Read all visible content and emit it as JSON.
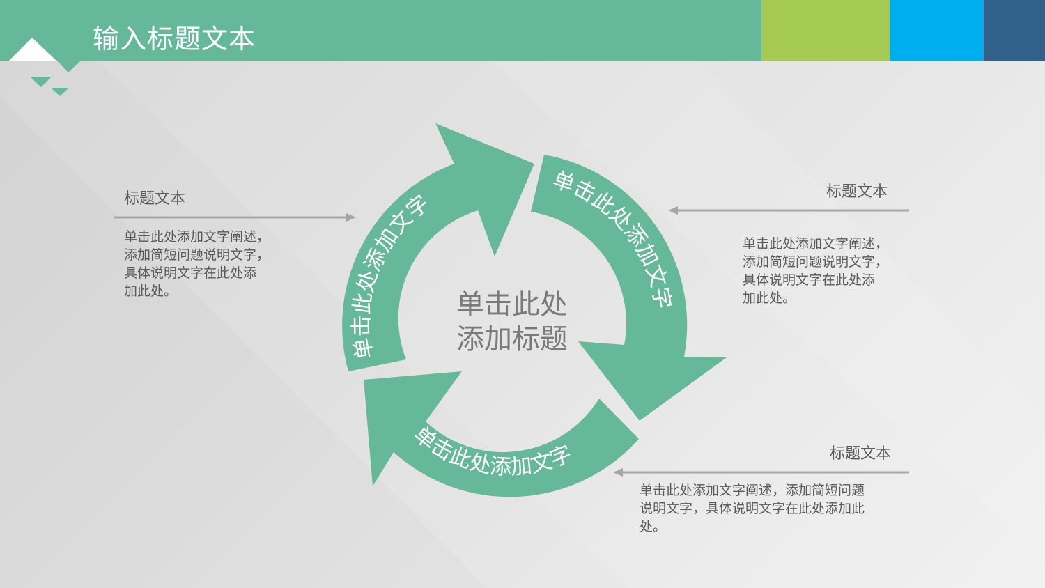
{
  "slide": {
    "title": "输入标题文本",
    "colors": {
      "primary_green": "#66b89a",
      "lime": "#a5cb55",
      "sky_blue": "#00aeef",
      "navy": "#31618b",
      "text_gray": "#595959",
      "center_text_gray": "#7a7a7a",
      "arrow_line_gray": "#a6a6a6"
    }
  },
  "cycle": {
    "center_title_line1": "单击此处",
    "center_title_line2": "添加标题",
    "arrows": [
      {
        "label": "单击此处添加文字"
      },
      {
        "label": "单击此处添加文字"
      },
      {
        "label": "单击此处添加文字"
      }
    ]
  },
  "callouts": [
    {
      "title": "标题文本",
      "lines": [
        "单击此处添加文字阐述，",
        "添加简短问题说明文字，",
        "具体说明文字在此处添",
        "加此处。"
      ]
    },
    {
      "title": "标题文本",
      "lines": [
        "单击此处添加文字阐述，",
        "添加简短问题说明文字，",
        "具体说明文字在此处添",
        "加此处。"
      ]
    },
    {
      "title": "标题文本",
      "lines": [
        "单击此处添加文字阐述，添加简短问题",
        "说明文字，具体说明文字在此处添加此",
        "处。"
      ]
    }
  ]
}
